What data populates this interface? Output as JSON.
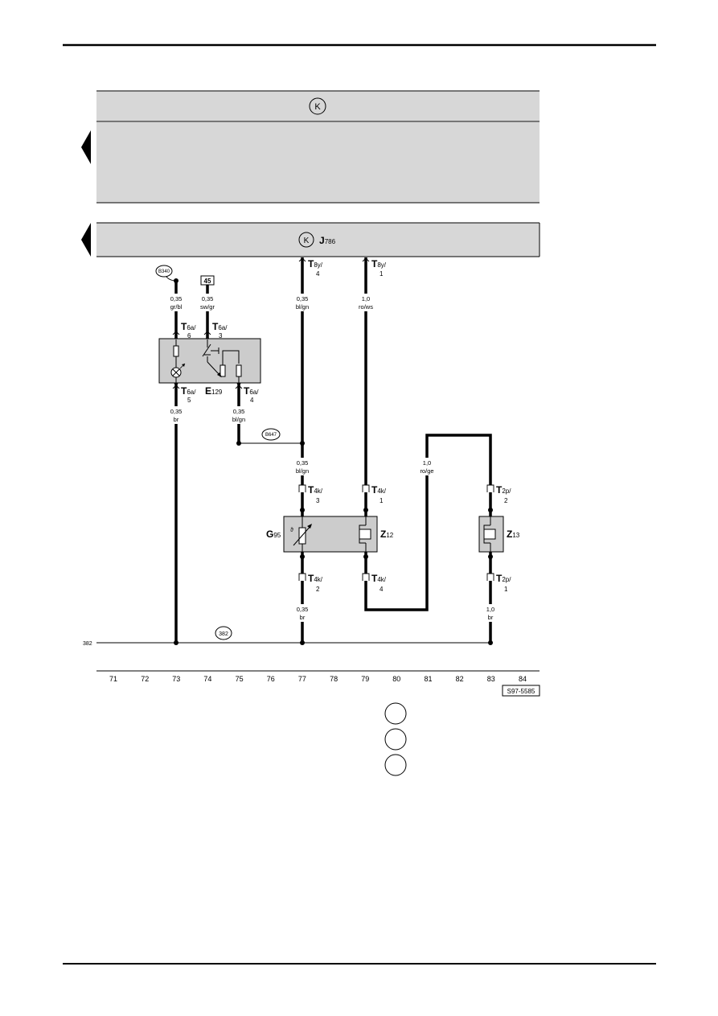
{
  "header_symbol": "K",
  "control_unit": {
    "symbol": "K",
    "name": "J",
    "sub": "786"
  },
  "connectors": {
    "t8y_4": {
      "main": "T",
      "sub": "8y/",
      "pin": "4"
    },
    "t8y_1": {
      "main": "T",
      "sub": "8y/",
      "pin": "1"
    },
    "t6a_6": {
      "main": "T",
      "sub": "6a/",
      "pin": "6"
    },
    "t6a_3": {
      "main": "T",
      "sub": "6a/",
      "pin": "3"
    },
    "t6a_5": {
      "main": "T",
      "sub": "6a/",
      "pin": "5"
    },
    "t6a_4": {
      "main": "T",
      "sub": "6a/",
      "pin": "4"
    },
    "t4k_3": {
      "main": "T",
      "sub": "4k/",
      "pin": "3"
    },
    "t4k_1": {
      "main": "T",
      "sub": "4k/",
      "pin": "1"
    },
    "t4k_2": {
      "main": "T",
      "sub": "4k/",
      "pin": "2"
    },
    "t4k_4": {
      "main": "T",
      "sub": "4k/",
      "pin": "4"
    },
    "t2p_2": {
      "main": "T",
      "sub": "2p/",
      "pin": "2"
    },
    "t2p_1": {
      "main": "T",
      "sub": "2p/",
      "pin": "1"
    }
  },
  "wires": {
    "gr_bl": {
      "size": "0,35",
      "color": "gr/bl"
    },
    "sw_gr": {
      "size": "0,35",
      "color": "sw/gr"
    },
    "bl_gn_a": {
      "size": "0,35",
      "color": "bl/gn"
    },
    "ro_ws": {
      "size": "1,0",
      "color": "ro/ws"
    },
    "br_a": {
      "size": "0,35",
      "color": "br"
    },
    "bl_gn_b": {
      "size": "0,35",
      "color": "bl/gn"
    },
    "bl_gn_c": {
      "size": "0,35",
      "color": "bl/gn"
    },
    "ro_ge": {
      "size": "1,0",
      "color": "ro/ge"
    },
    "br_b": {
      "size": "0,35",
      "color": "br"
    },
    "br_c": {
      "size": "1,0",
      "color": "br"
    }
  },
  "terminals": {
    "b340": "B340",
    "t45": "45",
    "b647": "B647",
    "g382": "382",
    "line_382": "382"
  },
  "components": {
    "e129": {
      "name": "E",
      "sub": "129"
    },
    "g95": {
      "name": "G",
      "sub": "95"
    },
    "z12": {
      "name": "Z",
      "sub": "12"
    },
    "z13": {
      "name": "Z",
      "sub": "13"
    }
  },
  "axis": [
    "71",
    "72",
    "73",
    "74",
    "75",
    "76",
    "77",
    "78",
    "79",
    "80",
    "81",
    "82",
    "83",
    "84"
  ],
  "drawing_number": "S97-5585",
  "colors": {
    "line": "#000000",
    "panel": "#d7d7d7",
    "component": "#cccccc",
    "page": "#ffffff"
  }
}
